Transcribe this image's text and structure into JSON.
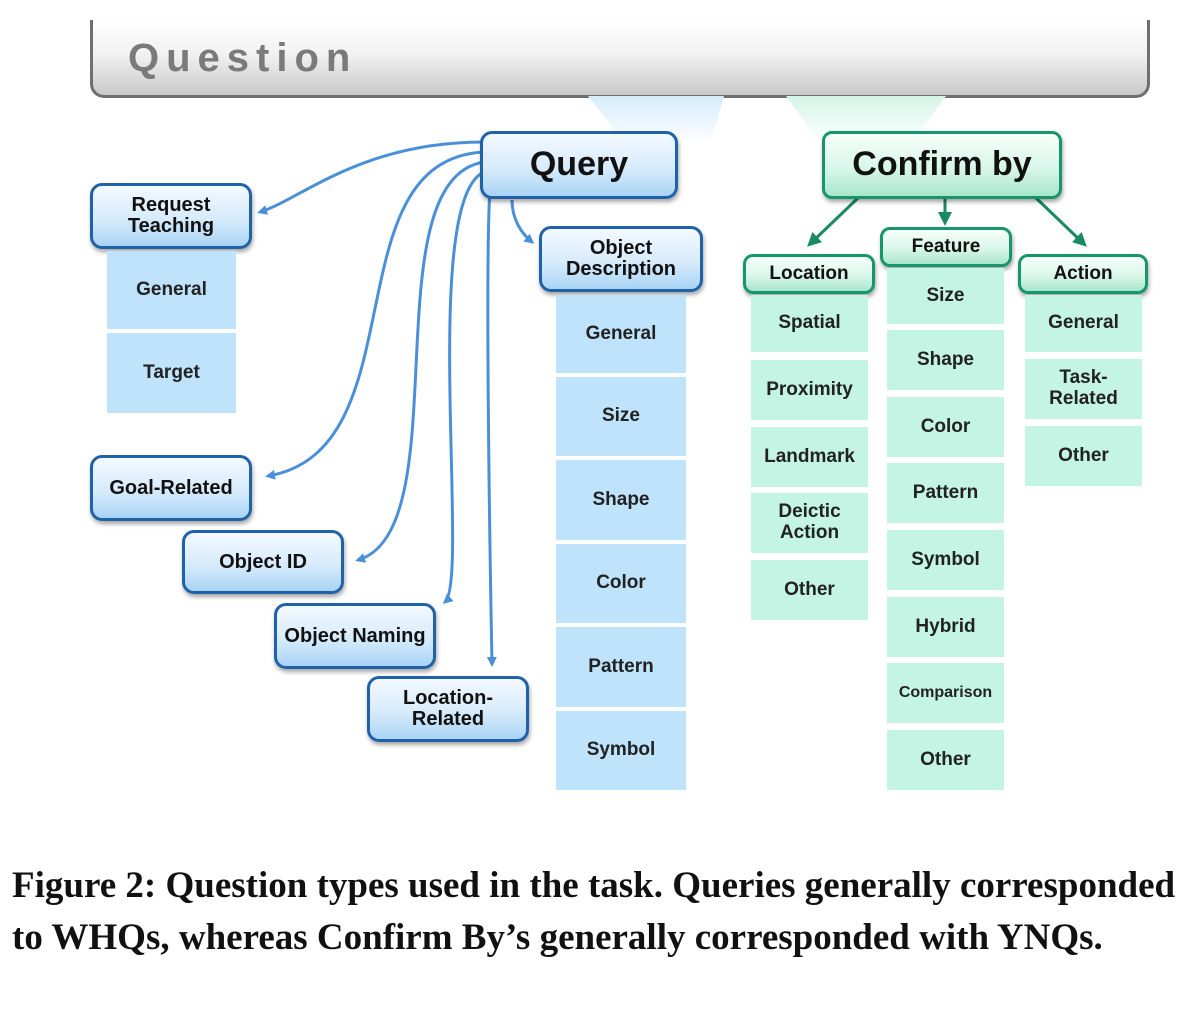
{
  "root": {
    "label": "Question"
  },
  "query": {
    "label": "Query",
    "children": [
      {
        "label": "Request Teaching",
        "items": [
          "General",
          "Target"
        ]
      },
      {
        "label": "Goal-Related"
      },
      {
        "label": "Object ID"
      },
      {
        "label": "Object Naming"
      },
      {
        "label": "Location-Related"
      },
      {
        "label": "Object Description",
        "items": [
          "General",
          "Size",
          "Shape",
          "Color",
          "Pattern",
          "Symbol"
        ]
      }
    ]
  },
  "confirm": {
    "label": "Confirm by",
    "children": [
      {
        "label": "Location",
        "items": [
          "Spatial",
          "Proximity",
          "Landmark",
          "Deictic Action",
          "Other"
        ]
      },
      {
        "label": "Feature",
        "items": [
          "Size",
          "Shape",
          "Color",
          "Pattern",
          "Symbol",
          "Hybrid",
          "Comparison",
          "Other"
        ]
      },
      {
        "label": "Action",
        "items": [
          "General",
          "Task-Related",
          "Other"
        ]
      }
    ]
  },
  "caption": "Figure 2: Question types used in the task. Queries generally corresponded to WHQs, whereas Confirm By’s generally corresponded with YNQs.",
  "colors": {
    "query_border": "#1f62a8",
    "query_cell": "#bfe3fb",
    "confirm_border": "#16966a",
    "confirm_cell": "#c4f4e3",
    "query_arrow": "#4a90d9",
    "confirm_arrow": "#1a8a62"
  }
}
